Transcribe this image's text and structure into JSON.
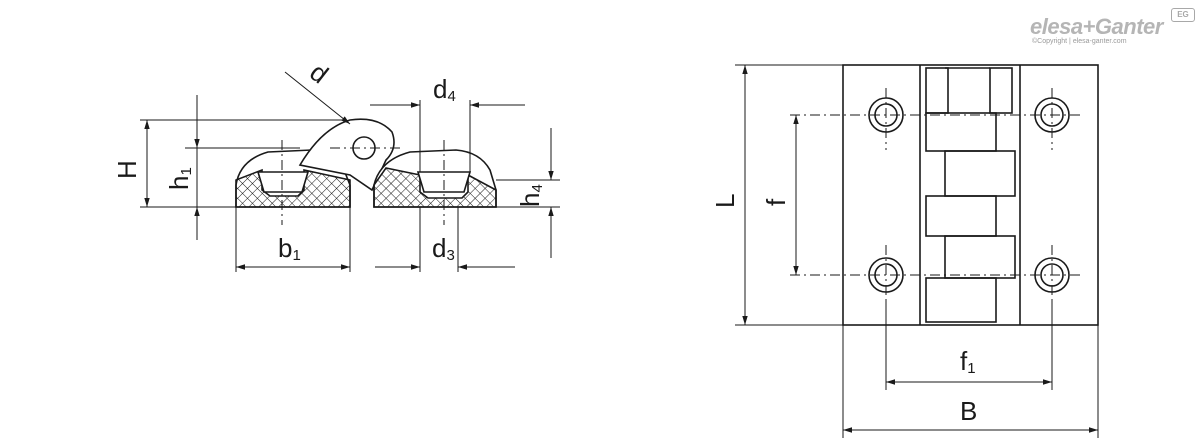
{
  "brand": {
    "name": "elesa+Ganter",
    "copyright": "©Copyright | elesa-ganter.com",
    "badge": "EG"
  },
  "labels": {
    "d": "d",
    "d4_main": "d",
    "d4_sub": "4",
    "H": "H",
    "h1_main": "h",
    "h1_sub": "1",
    "h4_main": "h",
    "h4_sub": "4",
    "b1_main": "b",
    "b1_sub": "1",
    "d3_main": "d",
    "d3_sub": "3",
    "L": "L",
    "f": "f",
    "f1_main": "f",
    "f1_sub": "1",
    "B": "B"
  }
}
